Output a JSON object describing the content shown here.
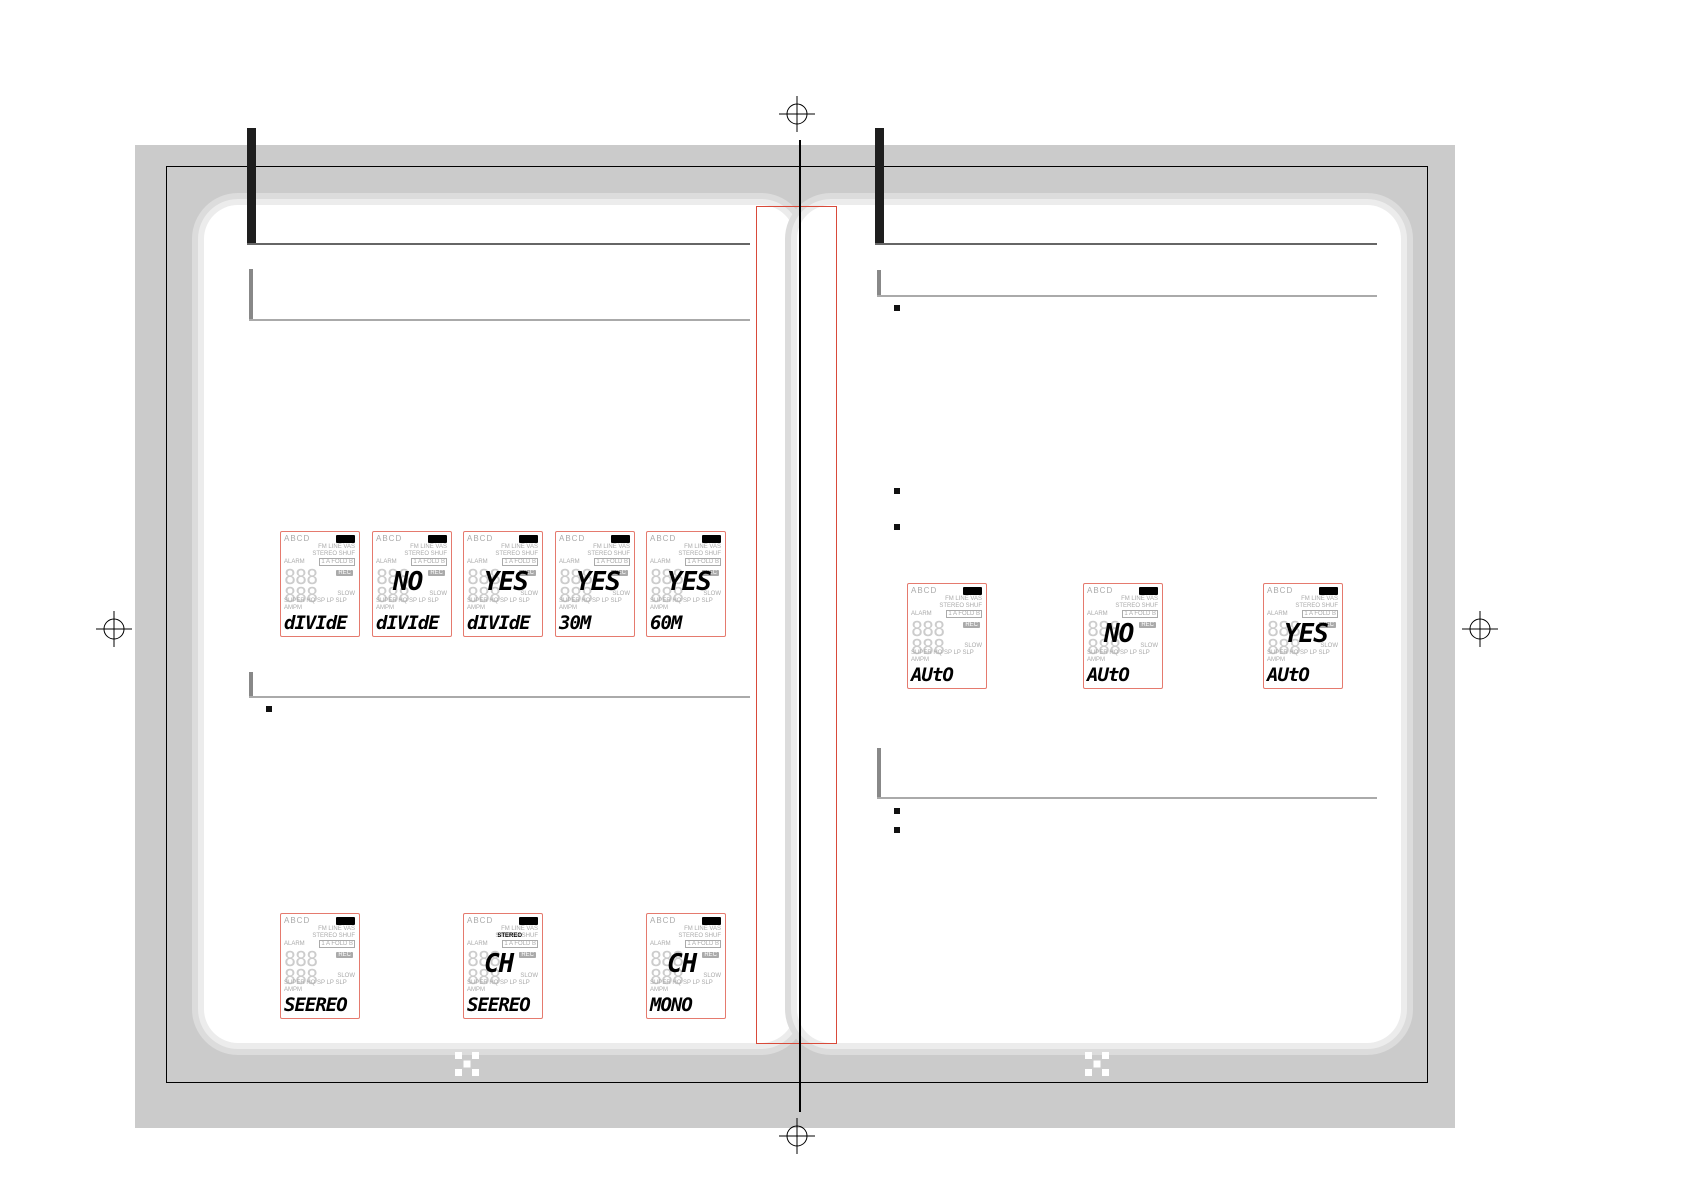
{
  "displays": {
    "divide_sequence": [
      {
        "big": "",
        "bottom": "dIVIdE"
      },
      {
        "big": "NO",
        "bottom": "dIVIdE"
      },
      {
        "big": "YES",
        "bottom": "dIVIdE"
      },
      {
        "big": "YES",
        "bottom": "30M"
      },
      {
        "big": "YES",
        "bottom": "60M"
      }
    ],
    "stereo_sequence": [
      {
        "big": "",
        "bottom": "SEEREO",
        "stereo": ""
      },
      {
        "big": "CH",
        "bottom": "SEEREO",
        "stereo": "STEREO"
      },
      {
        "big": "CH",
        "bottom": "MONO",
        "stereo": ""
      }
    ],
    "auto_sequence": [
      {
        "big": "",
        "bottom": "AUtO"
      },
      {
        "big": "NO",
        "bottom": "AUtO"
      },
      {
        "big": "YES",
        "bottom": "AUtO"
      }
    ]
  },
  "lcd_labels": {
    "row1": "ABCD",
    "fm_line_vas": "FM LINE VAS",
    "stereo_shuf": "STEREO SHUF",
    "alarm": "ALARM",
    "afold": "1 A FOLD B",
    "rec": "REC",
    "ghost": "888",
    "slow": "SLOW",
    "modes": "SUPER HQ SP LP SLP",
    "ampm": "AMPM"
  }
}
